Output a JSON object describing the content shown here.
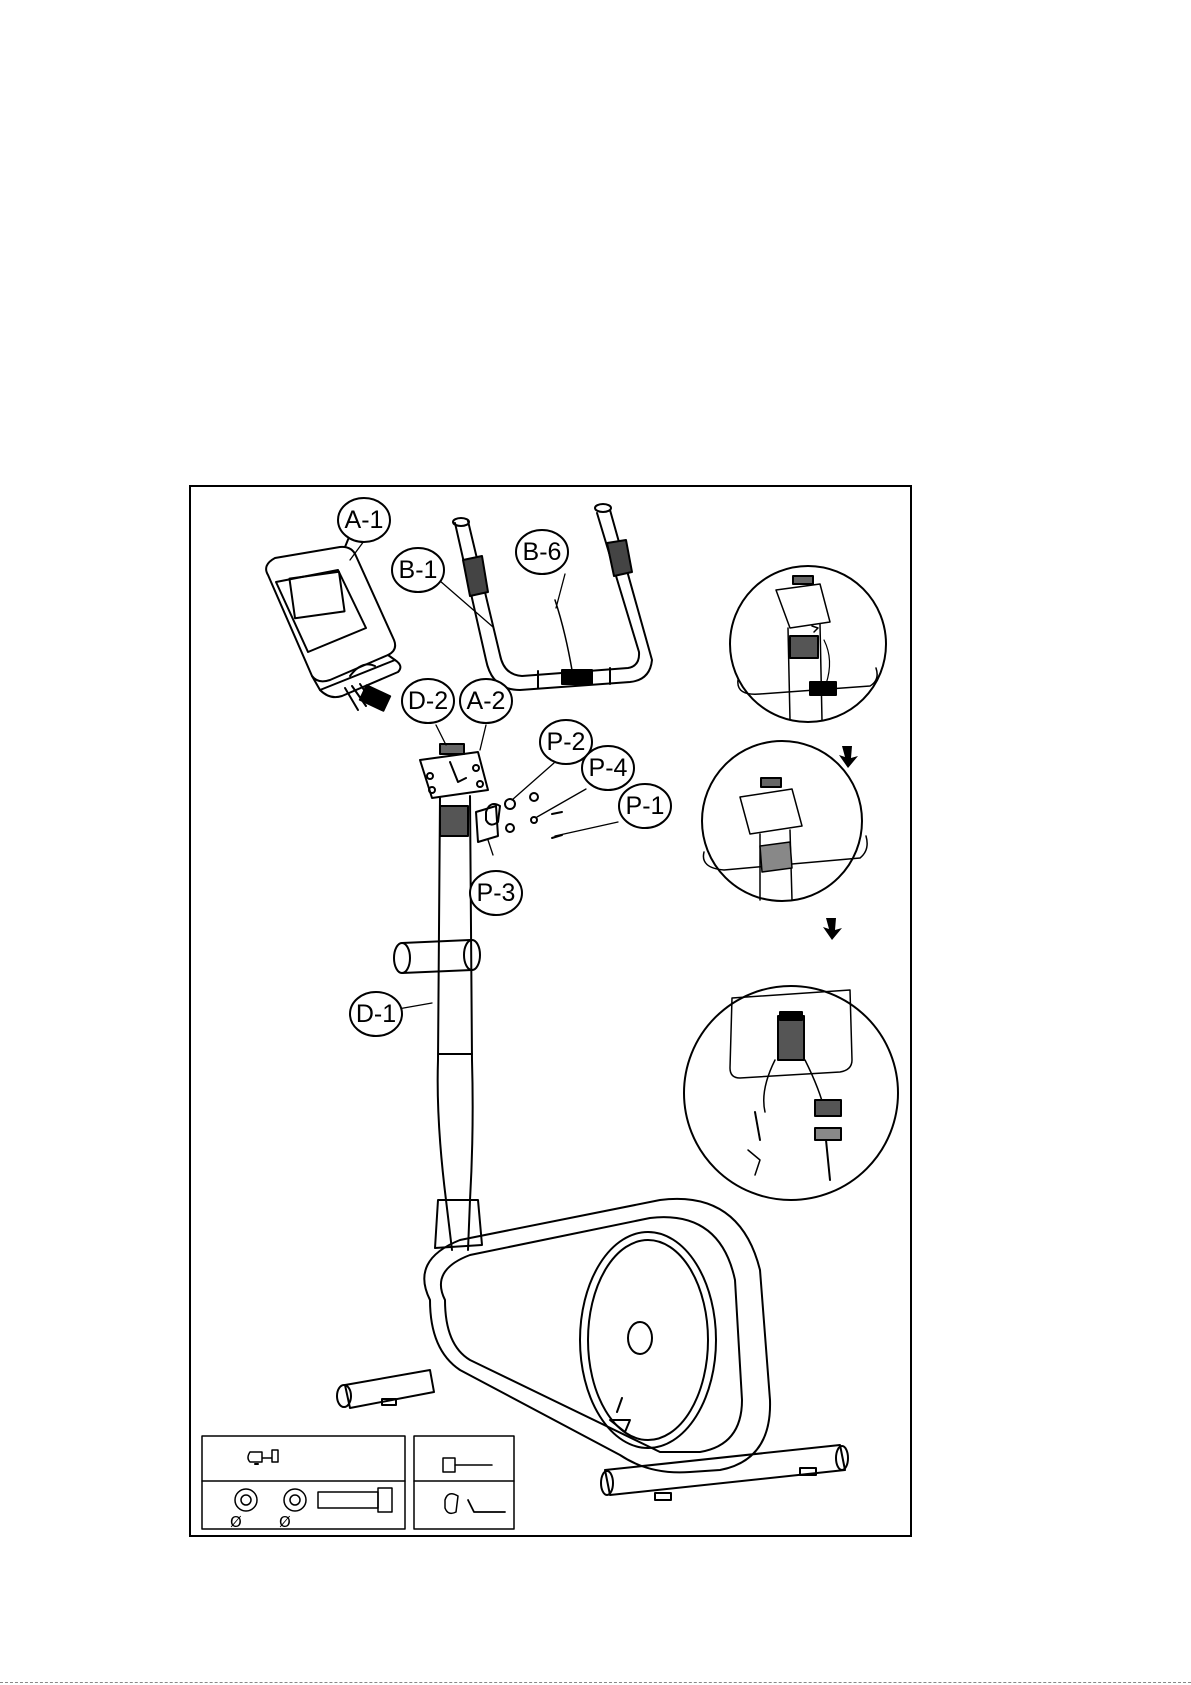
{
  "diagram": {
    "labels": {
      "a1": "A-1",
      "a2": "A-2",
      "b1": "B-1",
      "b6": "B-6",
      "d1": "D-1",
      "d2": "D-2",
      "p1": "P-1",
      "p2": "P-2",
      "p3": "P-3",
      "p4": "P-4"
    },
    "hardware_box": {
      "washer_symbol_1": "Ø",
      "washer_symbol_2": "Ø"
    }
  }
}
